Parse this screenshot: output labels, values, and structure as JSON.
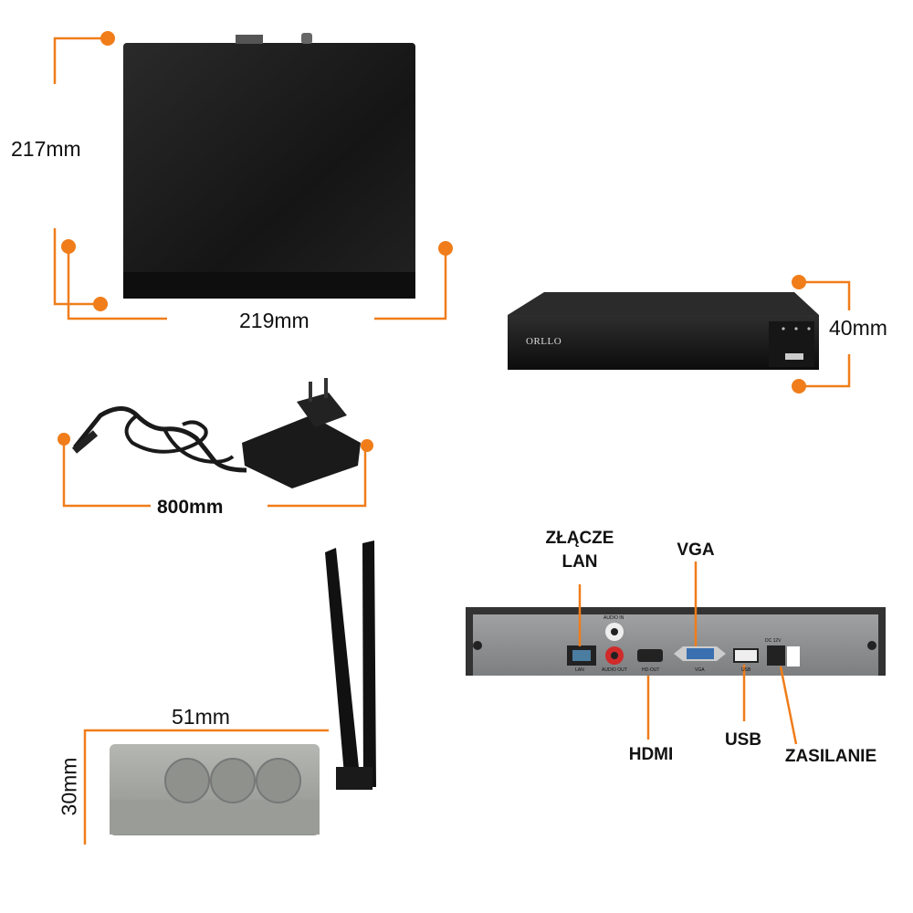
{
  "colors": {
    "accent": "#f07d1a",
    "device": "#1a1a1a",
    "panel": "#8c8e90",
    "enclosure": "#a5a7a3"
  },
  "brand": "ORLLO",
  "dimensions": {
    "depth": "217mm",
    "width": "219mm",
    "height": "40mm",
    "cable": "800mm",
    "enclosure_width": "51mm",
    "enclosure_height": "30mm"
  },
  "ports": {
    "lan": "ZŁĄCZE\nLAN",
    "vga": "VGA",
    "hdmi": "HDMI",
    "usb": "USB",
    "power": "ZASILANIE"
  },
  "panel_marks": {
    "lan": "LAN",
    "audio_in": "AUDIO IN",
    "audio_out": "AUDIO OUT",
    "hdmi_out": "HD-OUT",
    "vga": "VGA",
    "usb": "USB",
    "dc": "DC 12V"
  }
}
